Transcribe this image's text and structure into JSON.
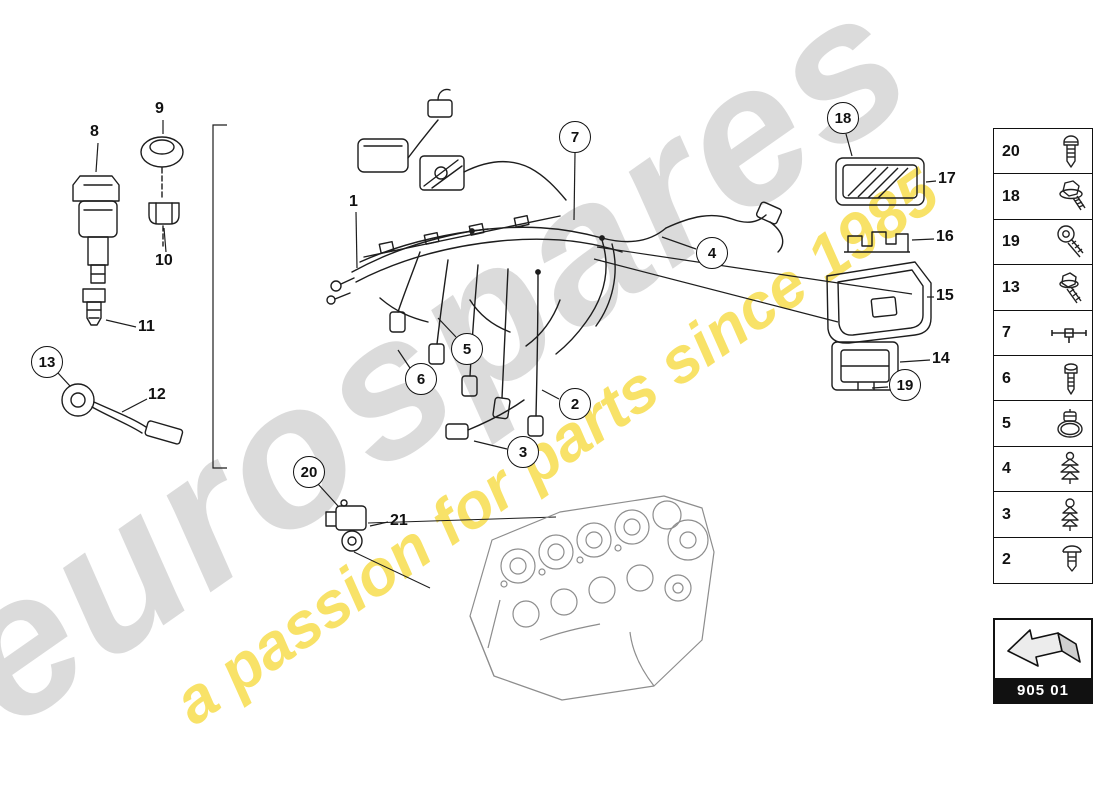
{
  "watermark": {
    "brand": "eurospares",
    "tagline": "a passion for parts since 1985"
  },
  "callouts": {
    "c1": "1",
    "c2": "2",
    "c3": "3",
    "c4": "4",
    "c5": "5",
    "c6": "6",
    "c7": "7",
    "c8": "8",
    "c9": "9",
    "c10": "10",
    "c11": "11",
    "c12": "12",
    "c13": "13",
    "c14": "14",
    "c15": "15",
    "c16": "16",
    "c17": "17",
    "c18": "18",
    "c19": "19",
    "c20": "20",
    "c21": "21"
  },
  "sidebar": {
    "rows": [
      {
        "number": "20",
        "icon": "pan-head-screw-icon"
      },
      {
        "number": "18",
        "icon": "hex-flange-bolt-icon"
      },
      {
        "number": "19",
        "icon": "socket-head-screw-icon"
      },
      {
        "number": "13",
        "icon": "hex-bolt-icon"
      },
      {
        "number": "7",
        "icon": "t-pin-icon"
      },
      {
        "number": "6",
        "icon": "stud-screw-icon"
      },
      {
        "number": "5",
        "icon": "hose-clamp-icon"
      },
      {
        "number": "4",
        "icon": "fir-tree-clip-icon"
      },
      {
        "number": "3",
        "icon": "fir-tree-clip-icon"
      },
      {
        "number": "2",
        "icon": "push-rivet-icon"
      }
    ]
  },
  "page_box": {
    "code": "905 01"
  },
  "colors": {
    "line": "#1d1d1d",
    "engine_gray": "#8d8d8d",
    "watermark_gray": "#bdbdbd",
    "watermark_yellow": "#f4d10c"
  }
}
